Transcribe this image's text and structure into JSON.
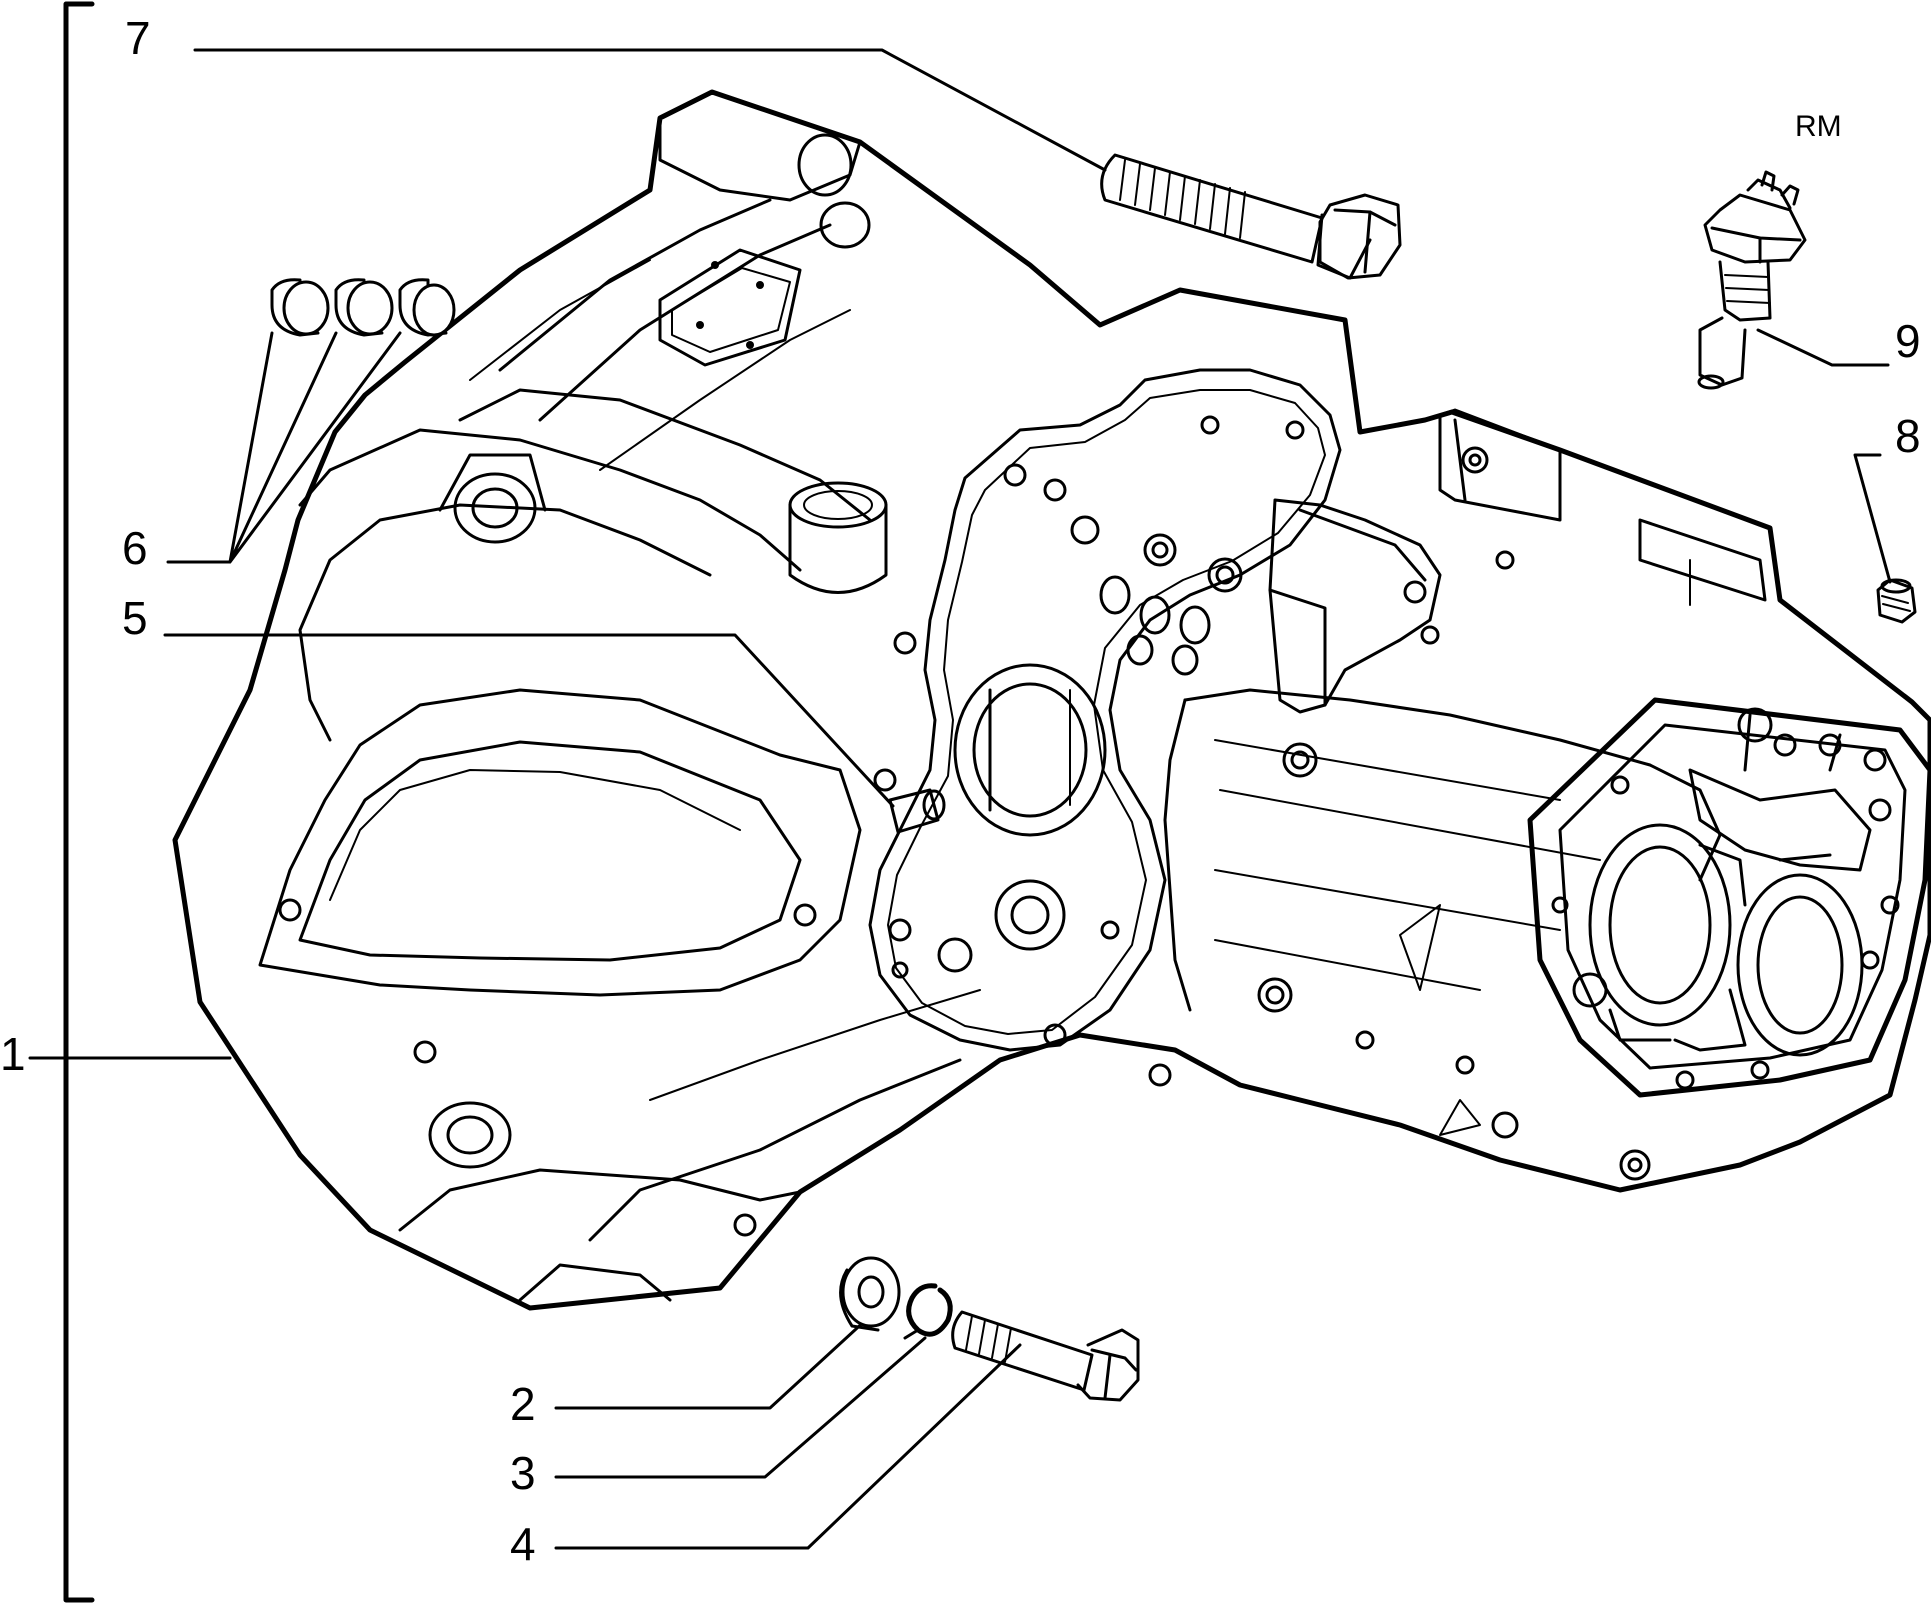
{
  "diagram": {
    "note": "RM",
    "callouts": {
      "c1": "1",
      "c2": "2",
      "c3": "3",
      "c4": "4",
      "c5": "5",
      "c6": "6",
      "c7": "7",
      "c8": "8",
      "c9": "9"
    }
  }
}
